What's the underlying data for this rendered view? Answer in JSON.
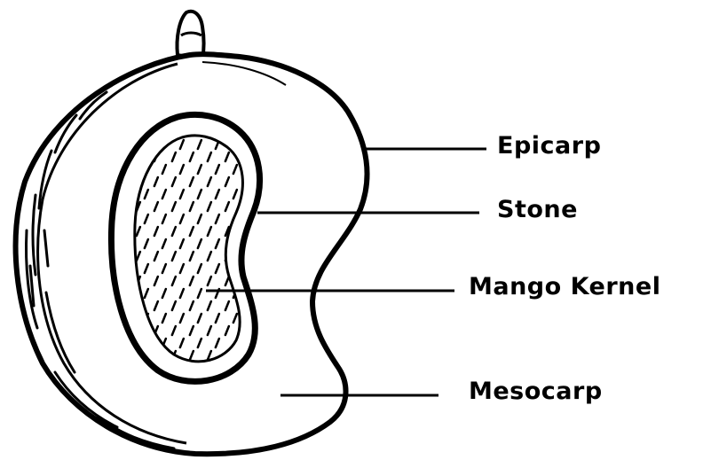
{
  "labels": {
    "epicarp": "Epicarp",
    "stone": "Stone",
    "kernel": "Mango Kernel",
    "mesocarp": "Mesocarp"
  },
  "colors": {
    "ink": "#000000",
    "background": "#ffffff"
  }
}
